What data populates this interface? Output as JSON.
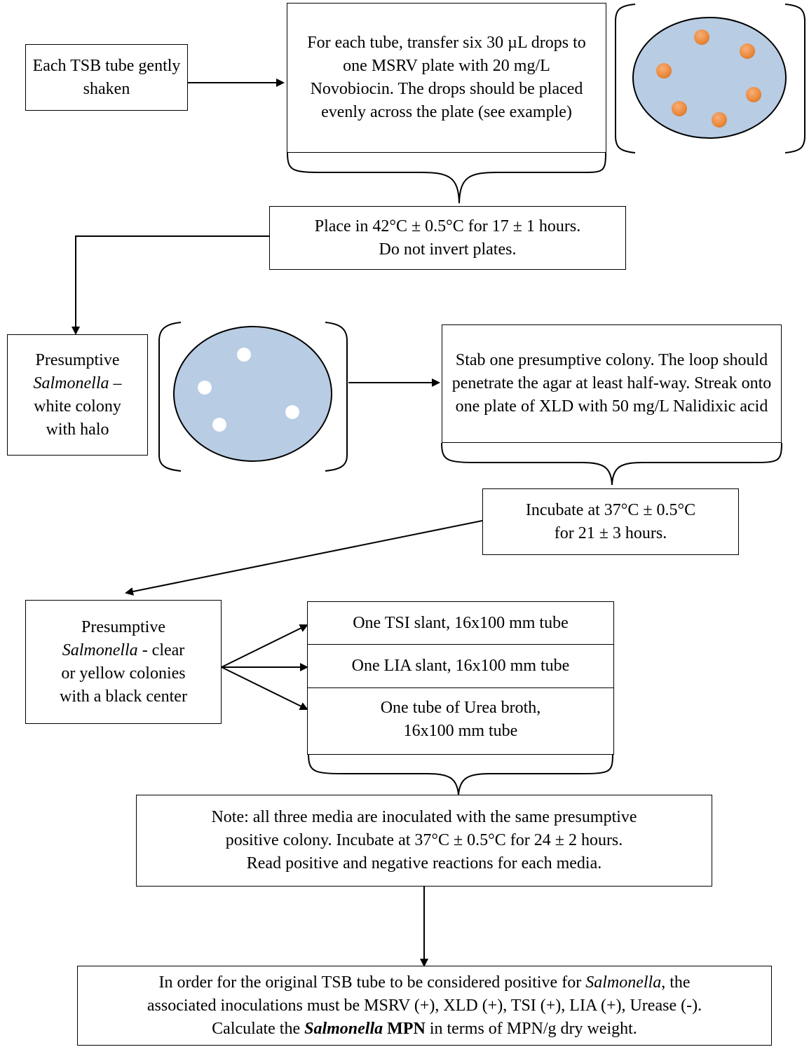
{
  "step1": {
    "text": "Each TSB tube gently shaken"
  },
  "step2": {
    "text": "For each tube, transfer six 30 µL drops to one MSRV plate with 20 mg/L Novobiocin. The drops should be placed evenly across the plate (see example)"
  },
  "step3": {
    "line1": "Place in 42°C ± 0.5°C for 17 ± 1 hours.",
    "line2": "Do not invert plates."
  },
  "step4": {
    "line1": "Presumptive",
    "line2_italic": "Salmonella",
    "line2_rest": " –",
    "line3": "white colony",
    "line4": "with halo"
  },
  "step5": {
    "text": "Stab one presumptive colony. The loop should penetrate the agar at least half-way. Streak onto one plate of XLD with 50 mg/L Nalidixic acid"
  },
  "step6": {
    "line1": "Incubate at 37°C ± 0.5°C",
    "line2": "for 21 ± 3 hours."
  },
  "step7": {
    "line1": "Presumptive",
    "line2_italic": "Salmonella",
    "line2_rest": " - clear",
    "line3": "or yellow colonies",
    "line4": "with a black center"
  },
  "media": {
    "tsi": "One TSI slant, 16x100 mm tube",
    "lia": "One LIA slant, 16x100 mm tube",
    "urea_line1": "One tube of Urea broth,",
    "urea_line2": "16x100 mm tube"
  },
  "note": {
    "line1": "Note: all three media are inoculated with the same presumptive",
    "line2": "positive colony. Incubate at 37°C ± 0.5°C for 24 ± 2 hours.",
    "line3": "Read positive and negative reactions for each media."
  },
  "final": {
    "l1_a": "In order for the original TSB tube to be considered positive for ",
    "l1_italic": "Salmonella",
    "l1_b": ", the",
    "line2": "associated inoculations must be MSRV (+), XLD (+), TSI (+), LIA (+), Urease (-).",
    "l3_a": "Calculate the ",
    "l3_bold_italic": "Salmonella",
    "l3_bold": " MPN",
    "l3_b": " in terms of MPN/g dry weight."
  }
}
